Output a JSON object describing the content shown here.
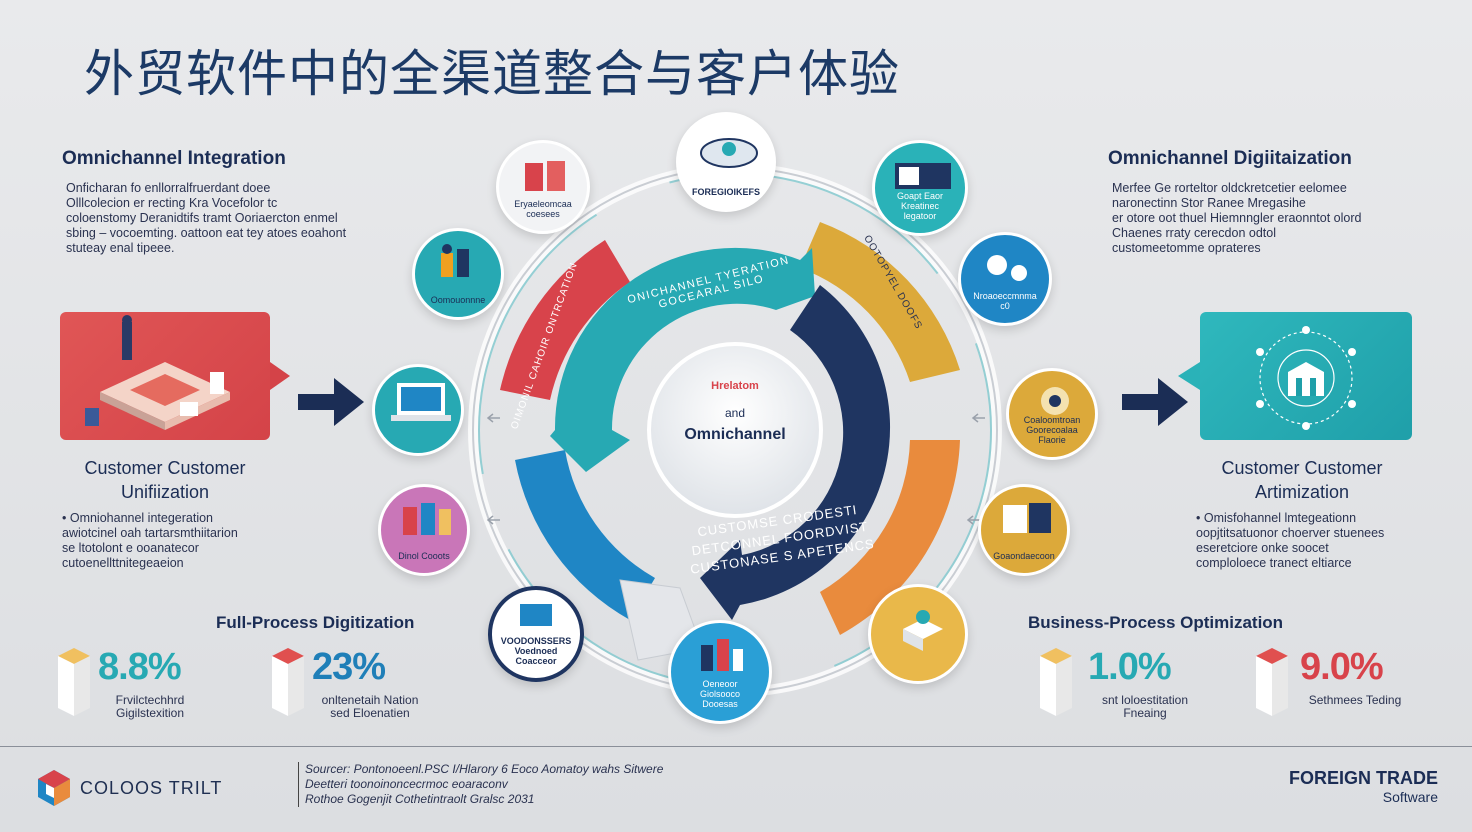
{
  "title": "外贸软件中的全渠道整合与客户体验",
  "left": {
    "heading": "Omnichannel Integration",
    "paragraph": "Onficharan fo enllorralfruerdant doee\nOlllcolecion  er recting Kra Vocefolor tc\ncoloenstomy Deranidtifs tramt Ooriaercton enmel\nsbing – vocoemting. oattoon eat tey atoes eoahont\nstuteay enal tipeee.",
    "mid_title": "Customer Customer\nUnifiization",
    "bullets": "•  Omniohannel integeration\n   awiotcinel oah tartarsmthiitarion\n   se ltotolont e ooanatecor\n   cutoenellttnitegeaeion",
    "process_title": "Full-Process Digitization",
    "stats": [
      {
        "value": "8.8%",
        "label": "Frvilctechhrd\nGigilstexition",
        "color": "#27a9b3"
      },
      {
        "value": "23%",
        "label": "onltenetaih Nation\nsed Eloenatien",
        "color": "#1f7fb8"
      }
    ]
  },
  "right": {
    "heading": "Omnichannel Digiitaization",
    "paragraph": "Merfee Ge rorteltor oldckretcetier eelomee\nnaronectinn Stor Ranee Mregasihe\ner otore oot thuel Hiemnngler eraonntot olord\nChaenes rraty cerecdon odtol\ncustomeetomme oprateres",
    "mid_title": "Customer Customer\nArtimization",
    "bullets": "•  Omisfohannel lmtegeationn\n   oopjtitsatuonor choerver stuenees\n   eseretciore onke soocet\n   comploloece tranect eltiarce",
    "process_title": "Business-Process Optimization",
    "stats": [
      {
        "value": "1.0%",
        "label": "snt loloestitation\nFneaing",
        "color": "#27a9b3"
      },
      {
        "value": "9.0%",
        "label": "Sethmees Teding",
        "color": "#d8434b"
      }
    ]
  },
  "center": {
    "line1": "Hrelatom",
    "line2": "and",
    "line3": "Omnichannel",
    "ring_top": "ONICHANNEL TYERATION\nGOCEARAL SILO",
    "ring_bottom": "CUSTOMSE CRODESTI\nDETCONNEL FOORDVIST\nCUSTONASE S APETENCS",
    "ring_left": "OIMONIL CAHOIR ONTRCATION",
    "ring_right": "OOTOPYEL DOOFS"
  },
  "circles": [
    {
      "label": "Eryaeleomcaa\ncoesees"
    },
    {
      "label": "FOREGIOIKEFS"
    },
    {
      "label": "Goapt Eaor\nKreatinec\nlegatoor"
    },
    {
      "label": "Oomouonnne"
    },
    {
      "label": "Nroaoeccmnma\nc0"
    },
    {
      "label": "Coaloomtroan\nGoorecoalaa\nFlaorie"
    },
    {
      "label": "Dinol Cooots"
    },
    {
      "label": "Goaondaecoon"
    },
    {
      "label": "VOODONSSERS\nVoednoed\nCoacceor"
    },
    {
      "label": "Oeneoor\nGiolsooco\nDooesas"
    }
  ],
  "footer": {
    "brand": "COLOOS TRILT",
    "sources": "Sourcer: Pontonoeenl.PSC I/Hlarory 6 Eoco Aomatoy wahs Sitwere\nDeetteri toonoinoncecrmoc eoaraconv\nRothoe Gogenjit Cothetintraolt Gralsc 2031",
    "ft_line1": "FOREIGN TRADE",
    "ft_line2": "Software"
  },
  "colors": {
    "navy": "#1f3561",
    "teal": "#27a9b3",
    "red": "#d8434b",
    "orange": "#e98b3d",
    "gold": "#dca93a",
    "blue": "#1f86c5"
  }
}
